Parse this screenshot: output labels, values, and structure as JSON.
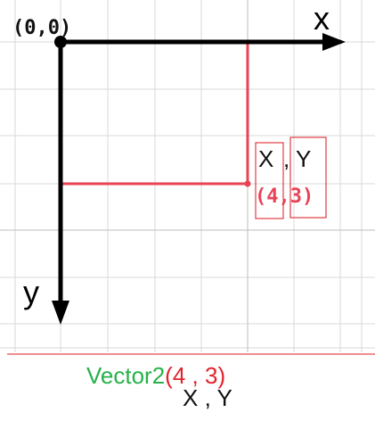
{
  "diagram": {
    "origin_label": "(0,0)",
    "x_axis_label": "x",
    "y_axis_label": "y",
    "point_label": "(4,3)",
    "x_component_label": "X",
    "comma": ",",
    "y_component_label": "Y",
    "point": {
      "x": 4,
      "y": 3
    },
    "grid_step_units": 1
  },
  "caption": {
    "prefix": "Vector2",
    "open_paren": "(",
    "x_value": "4",
    "separator": " , ",
    "y_value": "3",
    "close_paren": ")",
    "components_text": "X , Y"
  },
  "colors": {
    "axis": "#000000",
    "grid": "#d9d9d9",
    "point_lines": "#e84355",
    "highlight_box": "#d9141e",
    "baseline": "#e34a4a",
    "caption_prefix": "#27b14a",
    "caption_values": "#e3222c",
    "text": "#111111"
  }
}
